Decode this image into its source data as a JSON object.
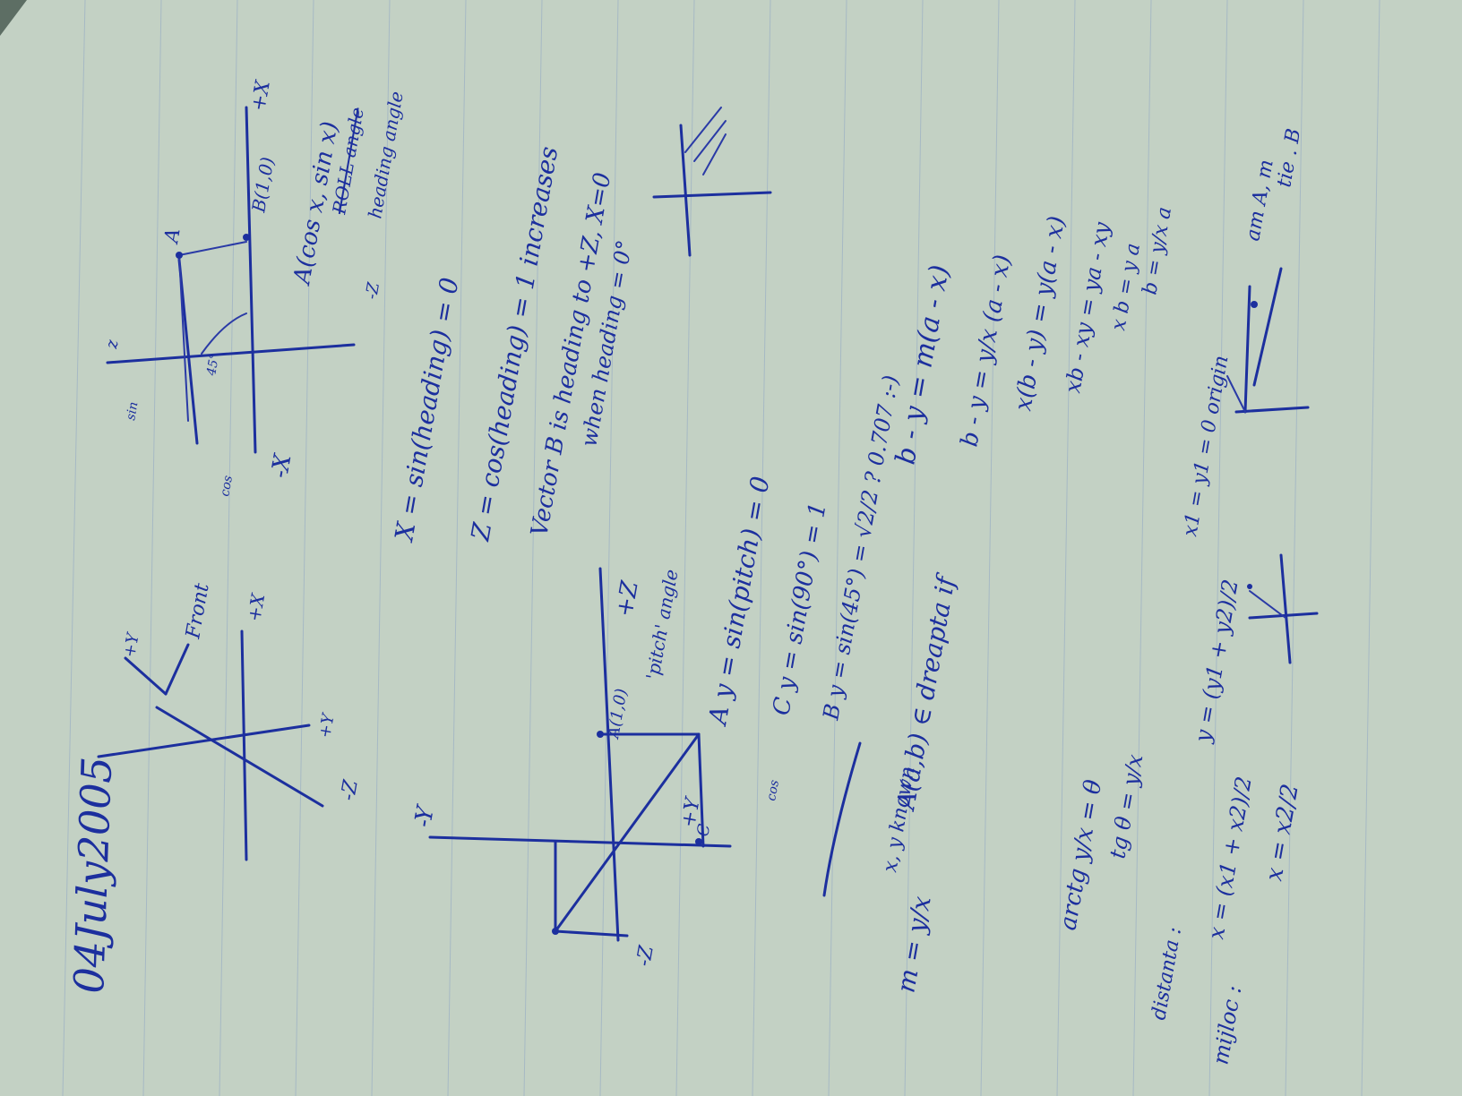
{
  "photo": {
    "paper_color": "#c3d1c4",
    "ink_color": "#1c2f9e",
    "rule_color": "#8fa6c4"
  },
  "notes": {
    "date": "04July2005",
    "top_axes": {
      "front": "Front",
      "plus_y": "+Y",
      "plus_x": "+X",
      "minus_z": "-Z",
      "plus_y2": "+Y"
    },
    "heading_diagram": {
      "plus_x": "+X",
      "minus_x": "-X",
      "z": "z",
      "minus_z": "-Z",
      "point_a": "A",
      "point_b": "B(1,0)",
      "point_a_coords": "A(cos x, sin x)",
      "angle_45": "45°",
      "sin": "sin",
      "cos": "cos",
      "roll_angle": "ROLL angle",
      "heading_angle": "heading angle"
    },
    "heading_equations": [
      "X = sin(heading) = 0",
      "Z = cos(heading) = 1  increases",
      "Vector B is heading to +Z, X=0",
      "when heading = 0°"
    ],
    "pitch_diagram": {
      "minus_y": "-Y",
      "plus_y": "+Y",
      "plus_z": "+Z",
      "minus_z": "-Z",
      "point_a": "A(1,0)",
      "point_c": "C",
      "pitch_angle": "'pitch' angle",
      "cos": "cos"
    },
    "pitch_equations": [
      "A y = sin(pitch) = 0",
      "C y = sin(90°) = 1",
      "B y = sin(45°) = √2/2 ?  0.707 :-)"
    ],
    "line_notes": {
      "slope": "m = y/x",
      "known": "x, y known",
      "on_line": "A(a,b) ∈ dreapta if",
      "eq1": "b - y = m(a - x)",
      "eq2": "b - y = y/x (a - x)",
      "eq3": "x(b - y) = y(a - x)",
      "eq4": "xb - xy = ya - xy",
      "eq5": "x b = y a",
      "eq6": "b = y/x a",
      "arctg": "arctg y/x = θ",
      "tg": "tg θ = y/x",
      "distance": "distanta :",
      "midpoint_label": "mijloc :",
      "midpoint_x": "x = (x1 + x2)/2",
      "midpoint_y": "y = (y1 + y2)/2",
      "x_half": "x = x2/2",
      "equal_y": "x1 = y1 = 0 origin",
      "am_a": "am A, m",
      "tie_b": "tie . B"
    }
  }
}
